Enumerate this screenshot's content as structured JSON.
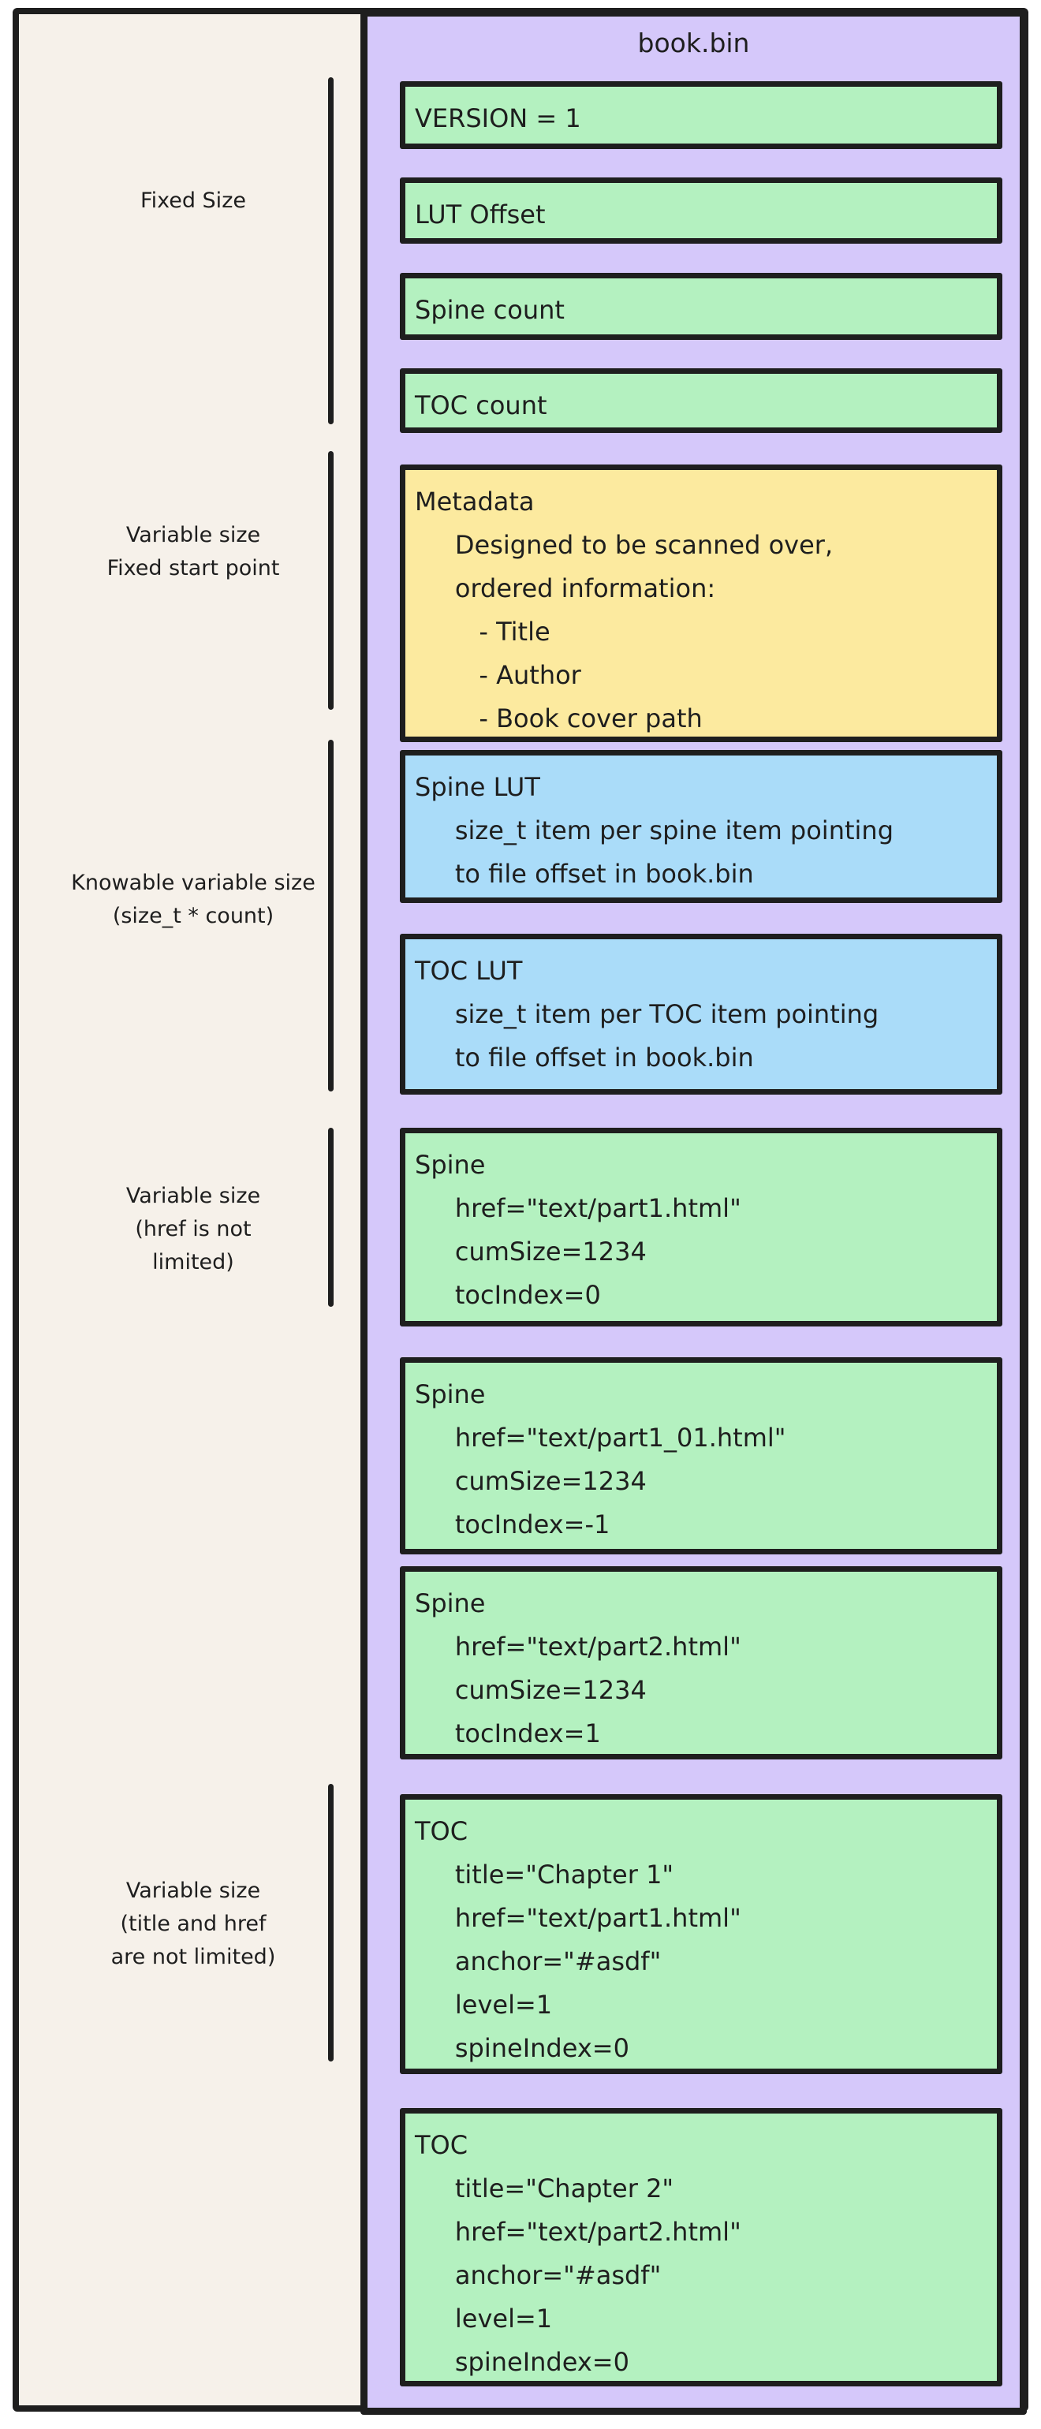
{
  "diagram": {
    "title": "book.bin",
    "colors": {
      "stroke": "#1e1e1e",
      "canvas": "#f6f1ea",
      "purple": "#d5c8fa",
      "green": "#b4f1c0",
      "yellow": "#fcea9f",
      "blue": "#aadcf9"
    },
    "labels": {
      "fixed_size": "Fixed Size",
      "variable_fixed_start": "Variable size\nFixed start point",
      "knowable_variable": "Knowable variable size\n(size_t * count)",
      "variable_href": "Variable size\n(href is not\nlimited)",
      "variable_title_href": "Variable size\n(title and href\nare not limited)"
    },
    "boxes": {
      "version": "VERSION = 1",
      "lut_offset": "LUT Offset",
      "spine_count": "Spine count",
      "toc_count": "TOC count",
      "metadata": "Metadata\n     Designed to be scanned over,\n     ordered information:\n        - Title\n        - Author\n        - Book cover path",
      "spine_lut": "Spine LUT\n     size_t item per spine item pointing\n     to file offset in book.bin",
      "toc_lut": "TOC LUT\n     size_t item per TOC item pointing\n     to file offset in book.bin",
      "spine_1": "Spine\n     href=\"text/part1.html\"\n     cumSize=1234\n     tocIndex=0",
      "spine_2": "Spine\n     href=\"text/part1_01.html\"\n     cumSize=1234\n     tocIndex=-1",
      "spine_3": "Spine\n     href=\"text/part2.html\"\n     cumSize=1234\n     tocIndex=1",
      "toc_1": "TOC\n     title=\"Chapter 1\"\n     href=\"text/part1.html\"\n     anchor=\"#asdf\"\n     level=1\n     spineIndex=0",
      "toc_2": "TOC\n     title=\"Chapter 2\"\n     href=\"text/part2.html\"\n     anchor=\"#asdf\"\n     level=1\n     spineIndex=0"
    }
  }
}
